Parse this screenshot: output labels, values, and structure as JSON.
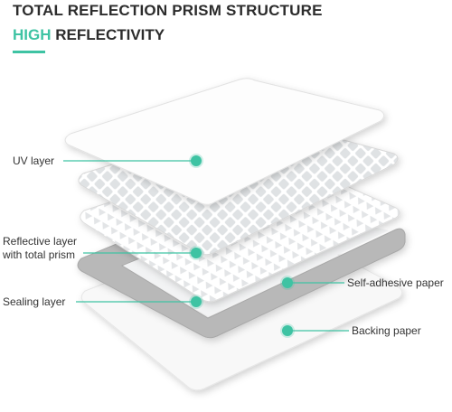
{
  "header": {
    "title": "TOTAL REFLECTION PRISM STRUCTURE",
    "subtitle_accent": "HIGH",
    "subtitle_rest": " REFLECTIVITY"
  },
  "labels": {
    "uv": "UV layer",
    "reflective_1": "Reflective layer",
    "reflective_2": "with total prism",
    "sealing": "Sealing layer",
    "adhesive": "Self-adhesive paper",
    "backing": "Backing paper"
  },
  "colors": {
    "accent": "#3ec3a3",
    "leader_line": "#3ec3a3",
    "sealing_layer": "#b8b8b8",
    "text": "#333333"
  }
}
